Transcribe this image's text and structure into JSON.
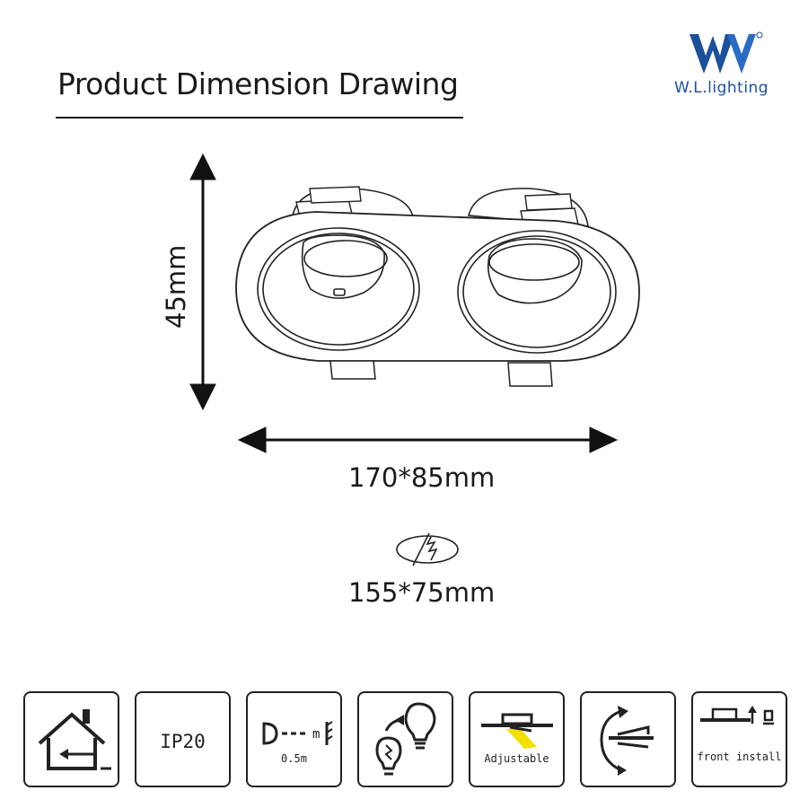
{
  "header": {
    "title": "Product Dimension Drawing",
    "brand_text": "W.L.lighting",
    "brand_color": "#1c4f9c"
  },
  "dimensions": {
    "height": "45mm",
    "outer": "170*85mm",
    "cutout": "155*75mm"
  },
  "icons": [
    {
      "name": "indoor-home-icon"
    },
    {
      "name": "ip-rating-icon",
      "label": "IP20"
    },
    {
      "name": "distance-icon",
      "label": "0.5m",
      "unit": "m"
    },
    {
      "name": "bulb-replaceable-icon"
    },
    {
      "name": "adjustable-icon",
      "label": "Adjustable"
    },
    {
      "name": "rotate-icon"
    },
    {
      "name": "front-install-icon",
      "label": "front install"
    }
  ]
}
